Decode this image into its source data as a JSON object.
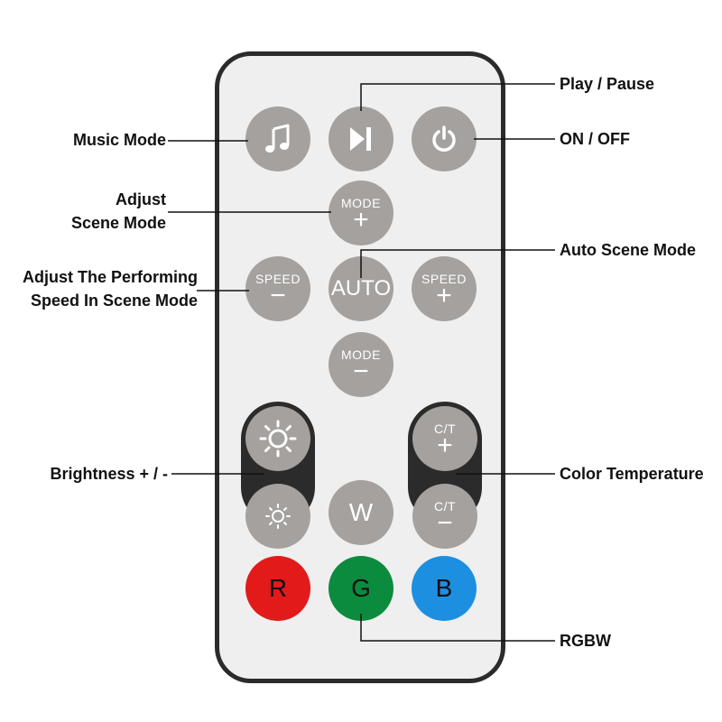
{
  "buttons": {
    "mode_plus": {
      "line1": "MODE",
      "line2": "+"
    },
    "speed_minus": {
      "line1": "SPEED",
      "line2": "−"
    },
    "auto": {
      "label": "AUTO"
    },
    "speed_plus": {
      "line1": "SPEED",
      "line2": "+"
    },
    "mode_minus": {
      "line1": "MODE",
      "line2": "−"
    },
    "ct_plus": {
      "line1": "C/T",
      "line2": "+"
    },
    "ct_minus": {
      "line1": "C/T",
      "line2": "−"
    },
    "white": {
      "label": "W"
    },
    "red": {
      "label": "R",
      "color": "#e21a1a"
    },
    "green": {
      "label": "G",
      "color": "#0b8b3e"
    },
    "blue": {
      "label": "B",
      "color": "#1c8fe0"
    }
  },
  "labels": {
    "music_mode": "Music Mode",
    "play_pause": "Play / Pause",
    "on_off": "ON / OFF",
    "adjust_scene_1": "Adjust",
    "adjust_scene_2": "Scene Mode",
    "auto_scene": "Auto Scene Mode",
    "speed_1": "Adjust The Performing",
    "speed_2": "Speed In Scene Mode",
    "brightness": "Brightness + / -",
    "color_temp": "Color Temperature",
    "rgbw": "RGBW"
  },
  "colors": {
    "button_gray": "#a4a19f",
    "body": "#efefef",
    "border": "#2b2b2b"
  }
}
